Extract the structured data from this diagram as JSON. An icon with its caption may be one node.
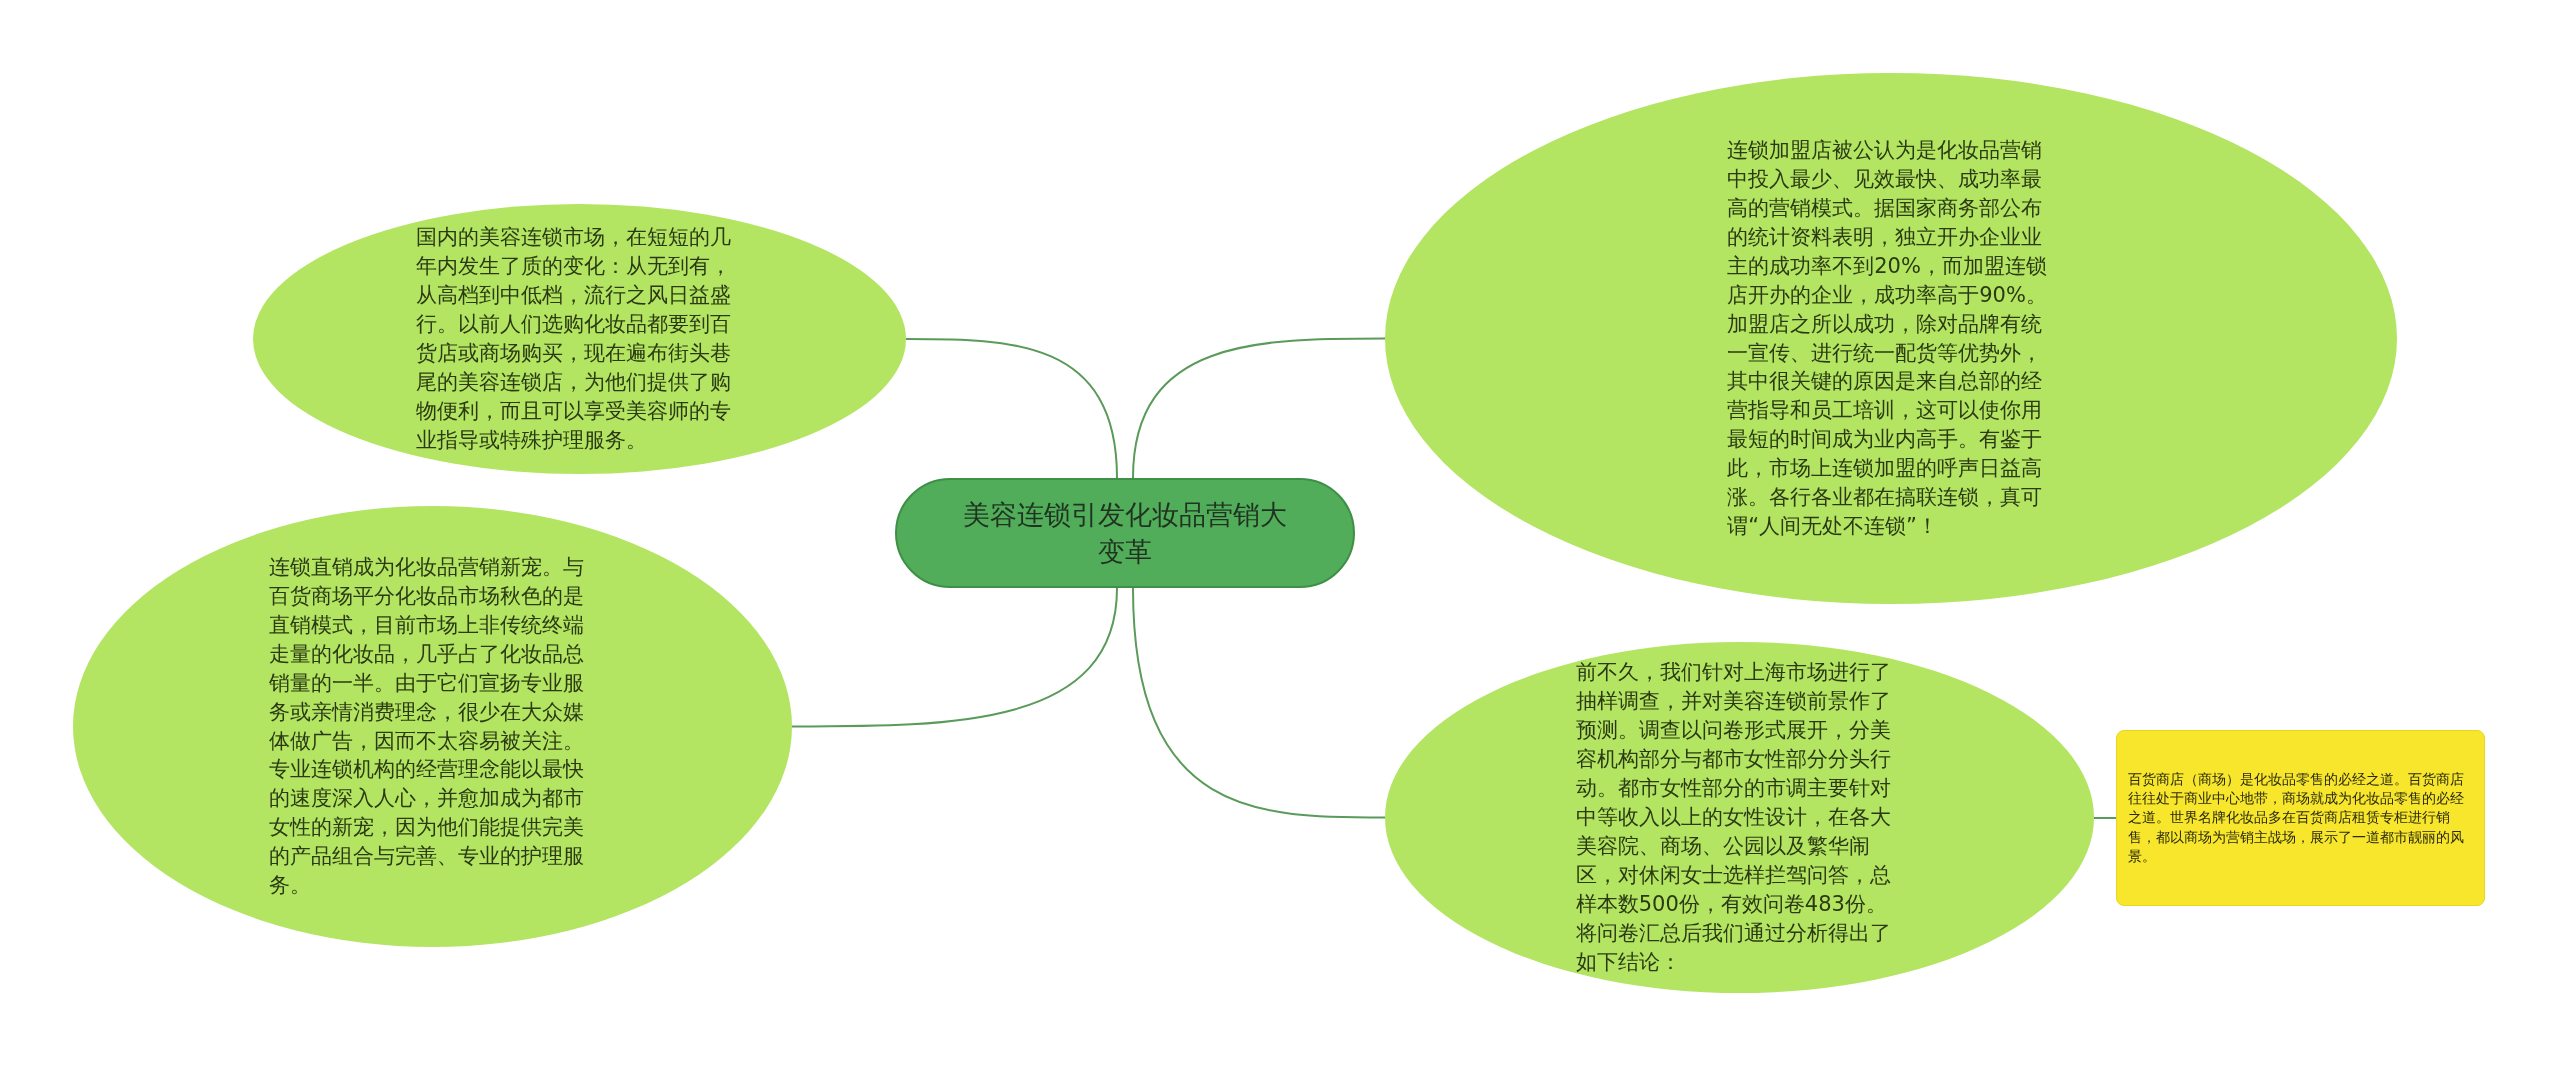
{
  "diagram": {
    "nodes": [
      {
        "text": [
          "美容连锁引发化妆品营销大变革"
        ]
      },
      {
        "text": [
          "国内的美容连锁市场，在短短的几年内发生了质的变化：从无到有，从高档到中低档，流行之风日益盛行。以前人们选购化妆品都要到百货店或商场购买，现在遍布街头巷尾的美容连锁店，为他们提供了购物便利，而且可以享受美容师的专业指导或特殊护理服务。"
        ]
      },
      {
        "text": [
          "连锁直销成为化妆品营销新宠。与百货商场平分化妆品市场秋色的是直销模式，目前市场上非传统终端走量的化妆品，几乎占了化妆品总销量的一半。由于它们宣扬专业服务或亲情消费理念，很少在大众媒体做广告，因而不太容易被关注。专业连锁机构的经营理念能以最快的速度深入人心，并愈加成为都市女性的新宠，因为他们能提供完美的产品组合与完善、专业的护理服务。"
        ]
      },
      {
        "text": [
          "连锁加盟店被公认为是化妆品营销中投入最少、见效最快、成功率最高的营销模式。据国家商务部公布的统计资料表明，独立开办企业业主的成功率不到20%，而加盟连锁店开办的企业，成功率高于90%。加盟店之所以成功，除对品牌有统一宣传、进行统一配货等优势外，其中很关键的原因是来自总部的经营指导和员工培训，这可以使你用最短的时间成为业内高手。有鉴于此，市场上连锁加盟的呼声日益高涨。各行各业都在搞联连锁，真可谓“人间无处不连锁”！"
        ]
      },
      {
        "text": [
          "前不久，我们针对上海市场进行了抽样调查，并对美容连锁前景作了预测。调查以问卷形式展开，分美容机构部分与都市女性部分分头行动。都市女性部分的市调主要针对中等收入以上的女性设计，在各大美容院、商场、公园以及繁华闹区，对休闲女士选样拦驾问答，总样本数500份，有效问卷483份。将问卷汇总后我们通过分析得出了如下结论："
        ]
      },
      {
        "text": [
          "百货商店（商场）是化妆品零售的必经之道。百货商店往往处于商业中心地带，商场就成为化妆品零售的必经之道。世界名牌化妆品多在百货商店租赁专柜进行销售，都以商场为营销主战场，展示了一道都市靓丽的风景。"
        ]
      }
    ],
    "edges": [
      {
        "from": 0,
        "to": 1,
        "arrow": "none"
      },
      {
        "from": 0,
        "to": 2,
        "arrow": "none"
      },
      {
        "from": 0,
        "to": 3,
        "arrow": "none"
      },
      {
        "from": 0,
        "to": 4,
        "arrow": "none"
      },
      {
        "from": 4,
        "to": 5,
        "arrow": "none"
      }
    ]
  }
}
